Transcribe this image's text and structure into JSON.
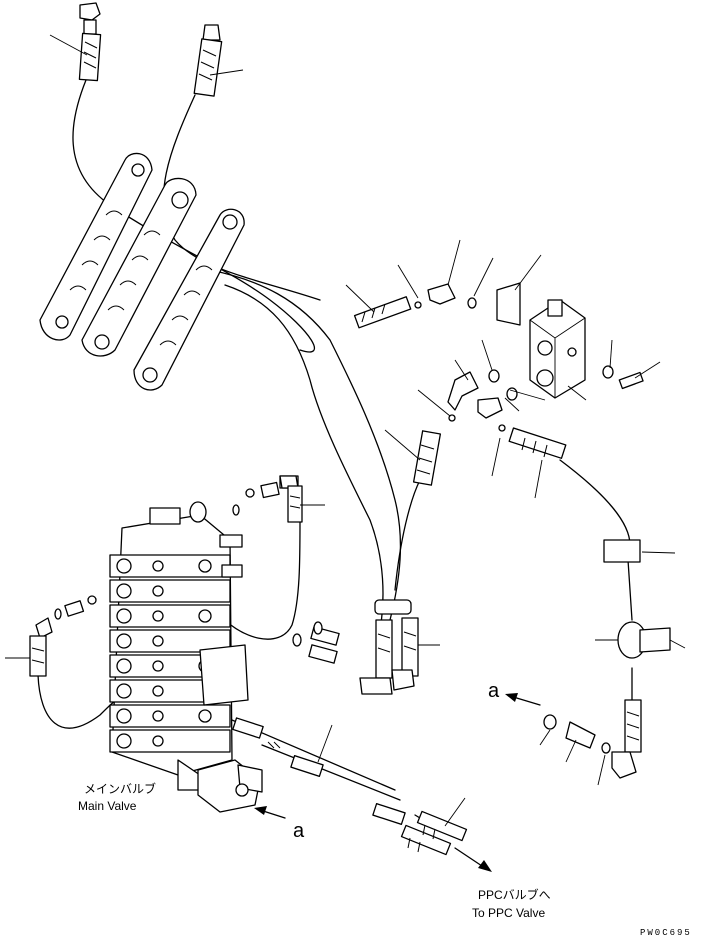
{
  "labels": {
    "main_valve_jp": "メインバルブ",
    "main_valve_en": "Main Valve",
    "ppc_valve_jp": "PPCバルブへ",
    "ppc_valve_en": "To PPC Valve",
    "marker_a_upper": "a",
    "marker_a_lower": "a",
    "drawing_code": "PW0C695"
  },
  "icons": {
    "arrow_upper": "arrow-left-icon",
    "arrow_lower": "arrow-left-icon",
    "arrow_ppc": "arrow-right-icon"
  }
}
